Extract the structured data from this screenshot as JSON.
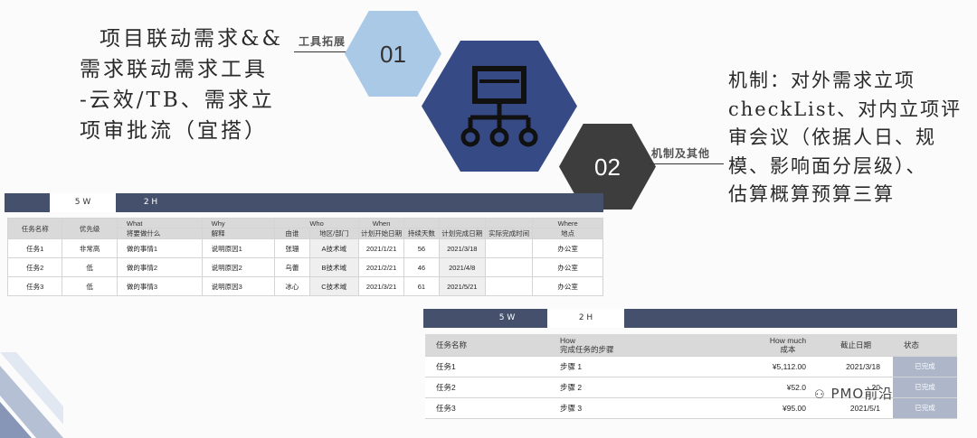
{
  "left_text": [
    "项目联动需求&&",
    "需求联动需求工具",
    "-云效/TB、需求立",
    "项审批流（宜搭）"
  ],
  "right_text": [
    "机制：对外需求立项",
    "checkList、对内立项评",
    "审会议（依据人日、规",
    "模、影响面分层级）、",
    "估算概算预算三算"
  ],
  "tag1": "工具拓展",
  "tag2": "机制及其他",
  "hex1_number": "01",
  "hex2_number": "02",
  "hex_icon": "hierarchy-icon",
  "colors": {
    "hex_light": "#a9c9e6",
    "hex_dark": "#364a86",
    "hex_black": "#3d3d3d",
    "tab_bar": "#44506c"
  },
  "table1": {
    "tabs": [
      "5 W",
      "2 H"
    ],
    "group_headers": [
      "What",
      "Why",
      "Who",
      "When",
      "Where"
    ],
    "columns": [
      "任务名称",
      "优先级",
      "将要做什么",
      "解释",
      "由谁",
      "地区/部门",
      "计划开始日期",
      "持续天数",
      "计划完成日期",
      "实际完成时间",
      "地点"
    ],
    "rows": [
      [
        "任务1",
        "非常高",
        "做的事情1",
        "说明原因1",
        "张珊",
        "A技术域",
        "2021/1/21",
        "56",
        "2021/3/18",
        "",
        "办公室"
      ],
      [
        "任务2",
        "低",
        "做的事情2",
        "说明原因2",
        "乌蕾",
        "B技术域",
        "2021/2/21",
        "46",
        "2021/4/8",
        "",
        "办公室"
      ],
      [
        "任务3",
        "低",
        "做的事情3",
        "说明原因3",
        "冰心",
        "C技术域",
        "2021/3/21",
        "61",
        "2021/5/21",
        "",
        "办公室"
      ]
    ]
  },
  "table2": {
    "tabs": [
      "5 W",
      "2 H"
    ],
    "h_task": "任务名称",
    "h_how": "How",
    "h_how_sub": "完成任务的步骤",
    "h_much": "How much",
    "h_much_sub": "成本",
    "h_deadline": "截止日期",
    "h_status": "状态",
    "rows": [
      [
        "任务1",
        "步骤 1",
        "¥5,112.00",
        "2021/3/18",
        "已完成"
      ],
      [
        "任务2",
        "步骤 2",
        "¥52.0",
        "20",
        "已完成"
      ],
      [
        "任务3",
        "步骤 3",
        "¥95.00",
        "2021/5/1",
        "已完成"
      ]
    ]
  },
  "watermark": "PMO前沿"
}
